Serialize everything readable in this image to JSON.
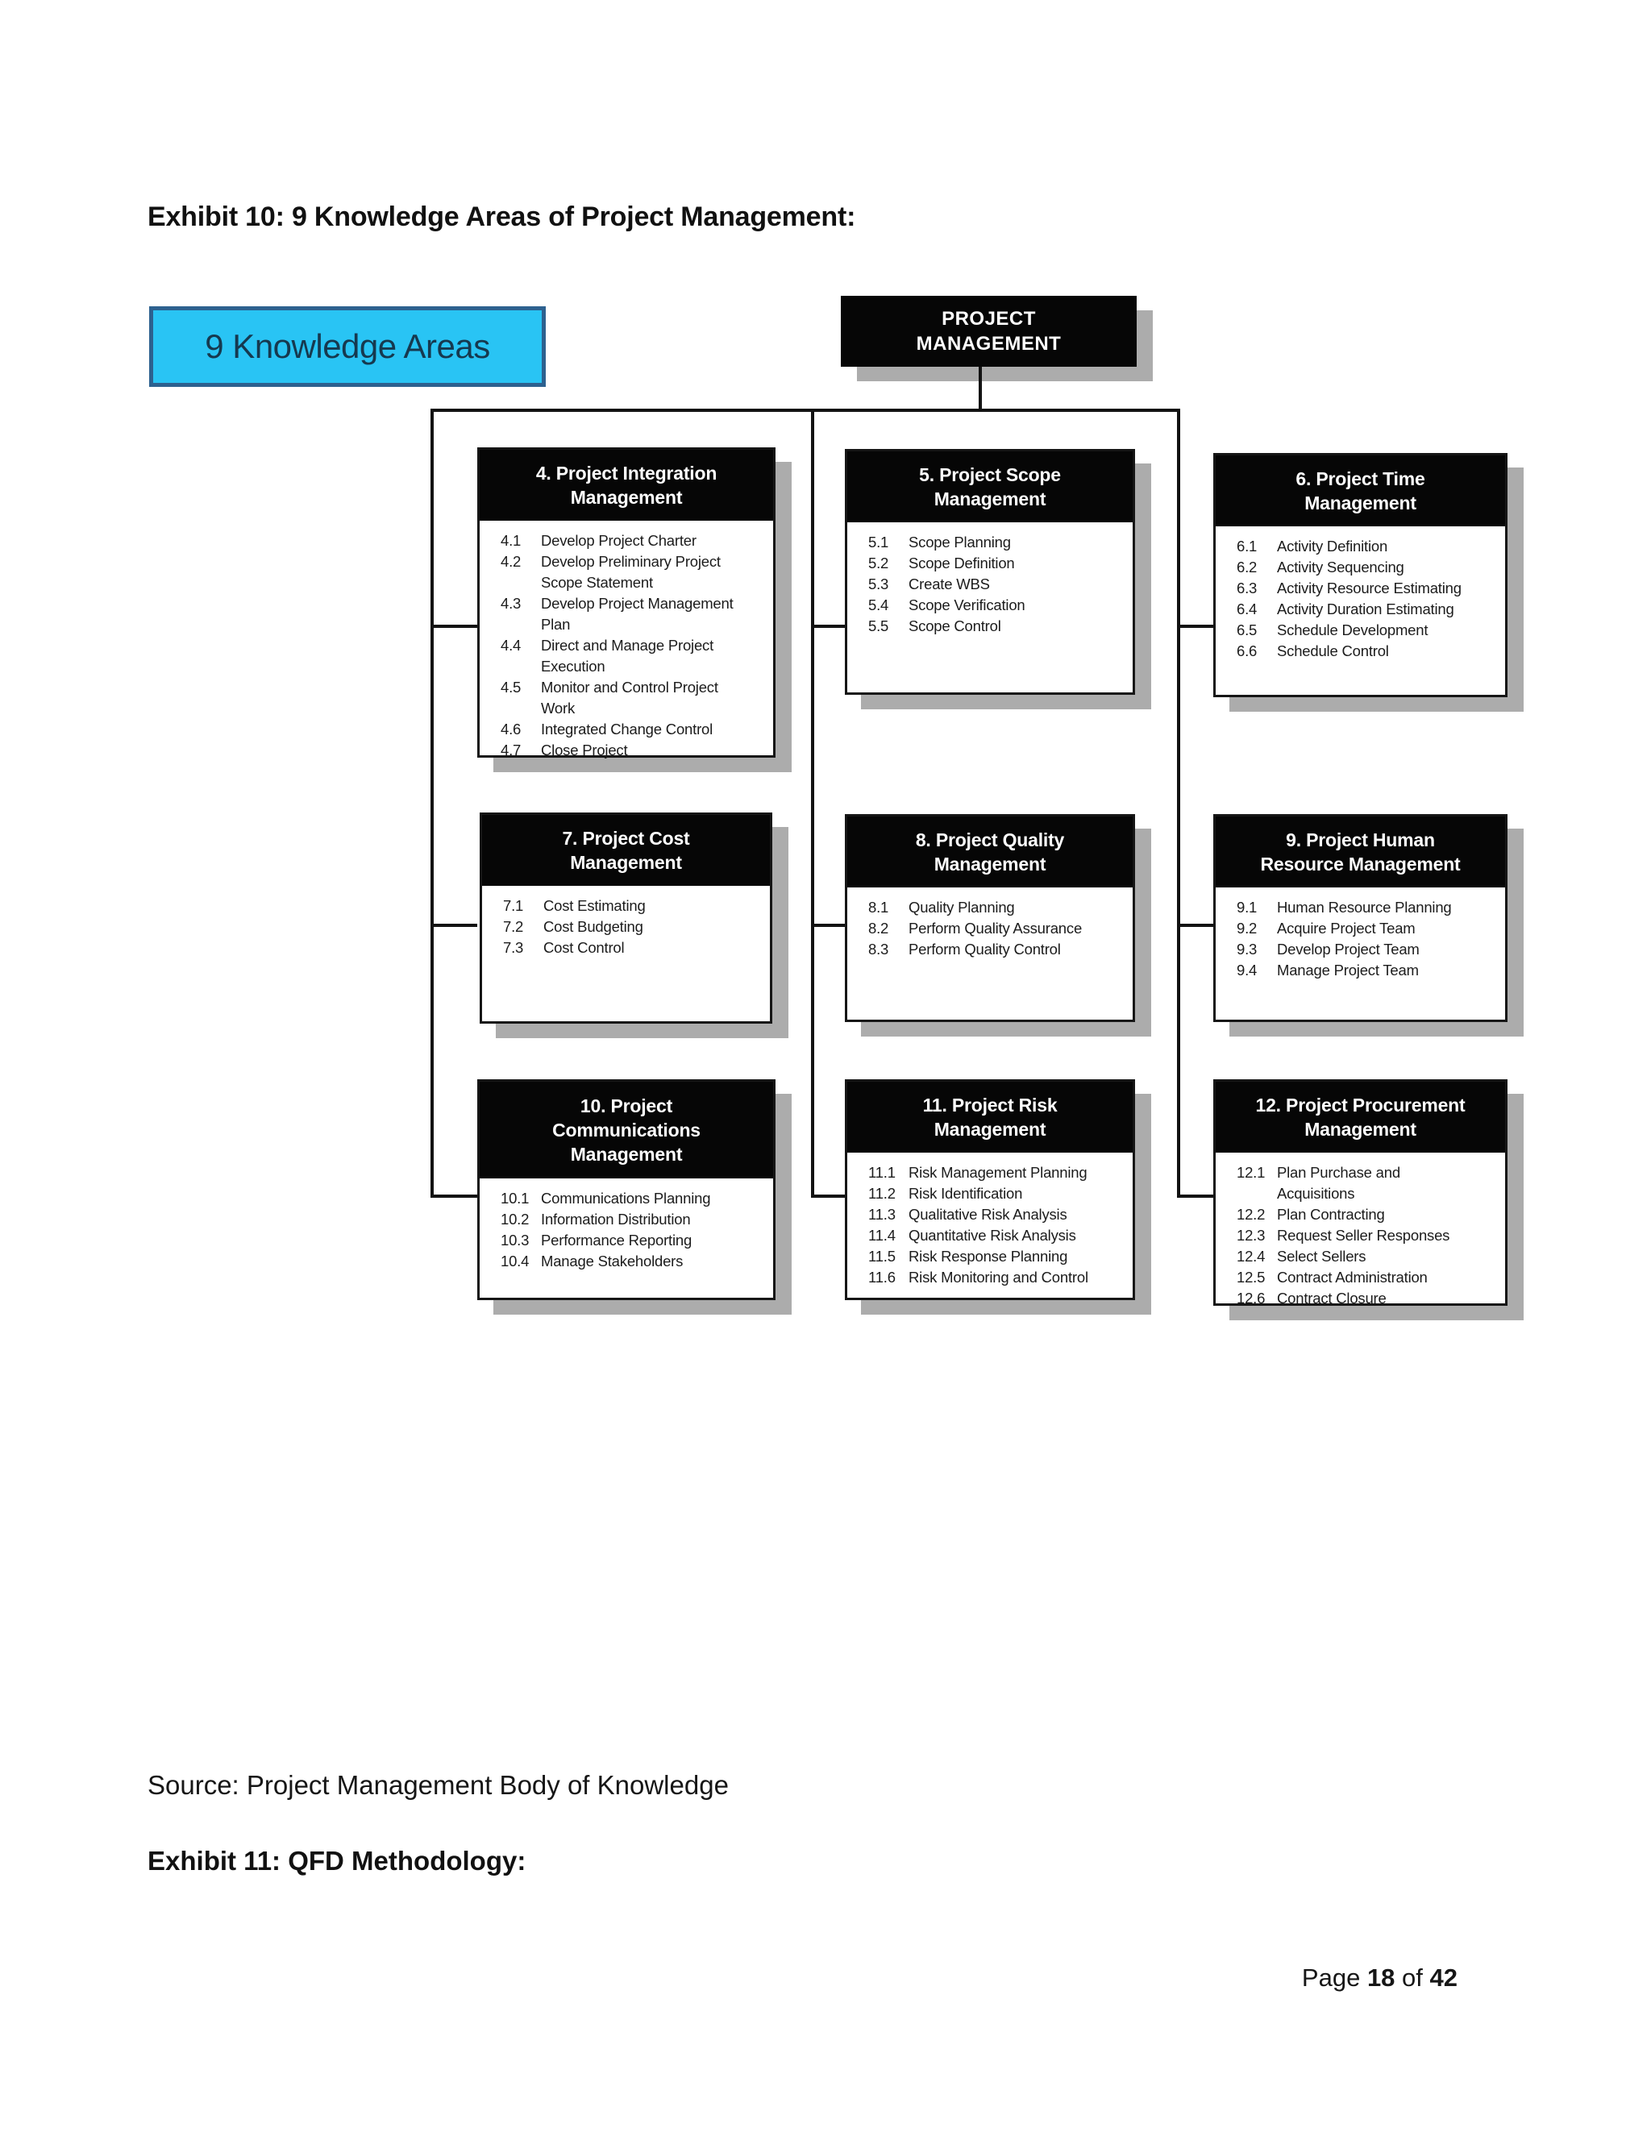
{
  "document": {
    "exhibit_title": "Exhibit 10: 9 Knowledge Areas of Project Management:",
    "source_caption": "Source: Project Management Body of Knowledge",
    "next_exhibit_title": "Exhibit 11: QFD Methodology:",
    "footer": {
      "page_prefix": "Page ",
      "page_number": "18",
      "of_text": " of ",
      "total_pages": "42"
    }
  },
  "diagram": {
    "legend_label": "9 Knowledge Areas",
    "root_title_lines": [
      "PROJECT",
      "MANAGEMENT"
    ],
    "colors": {
      "legend_fill": "#29C4F4",
      "legend_border": "#2D618F",
      "legend_text": "#16394F",
      "header_bg": "#060606",
      "header_text": "#FFFFFF",
      "box_border": "#161616",
      "drop_shadow": "#ACACAC",
      "connector": "#121212"
    },
    "boxes": [
      {
        "id": "4",
        "title_lines": [
          "4. Project Integration",
          "Management"
        ],
        "items": [
          {
            "num": "4.1",
            "text": "Develop Project Charter"
          },
          {
            "num": "4.2",
            "text": "Develop Preliminary Project\nScope Statement"
          },
          {
            "num": "4.3",
            "text": "Develop Project Management\nPlan"
          },
          {
            "num": "4.4",
            "text": "Direct and Manage Project\nExecution"
          },
          {
            "num": "4.5",
            "text": "Monitor and Control Project\nWork"
          },
          {
            "num": "4.6",
            "text": "Integrated Change Control"
          },
          {
            "num": "4.7",
            "text": "Close Project"
          }
        ]
      },
      {
        "id": "5",
        "title_lines": [
          "5. Project Scope",
          "Management"
        ],
        "items": [
          {
            "num": "5.1",
            "text": "Scope Planning"
          },
          {
            "num": "5.2",
            "text": "Scope Definition"
          },
          {
            "num": "5.3",
            "text": "Create WBS"
          },
          {
            "num": "5.4",
            "text": "Scope Verification"
          },
          {
            "num": "5.5",
            "text": "Scope Control"
          }
        ]
      },
      {
        "id": "6",
        "title_lines": [
          "6. Project Time",
          "Management"
        ],
        "items": [
          {
            "num": "6.1",
            "text": "Activity Definition"
          },
          {
            "num": "6.2",
            "text": "Activity Sequencing"
          },
          {
            "num": "6.3",
            "text": "Activity Resource Estimating"
          },
          {
            "num": "6.4",
            "text": "Activity Duration Estimating"
          },
          {
            "num": "6.5",
            "text": "Schedule Development"
          },
          {
            "num": "6.6",
            "text": "Schedule Control"
          }
        ]
      },
      {
        "id": "7",
        "title_lines": [
          "7. Project Cost",
          "Management"
        ],
        "items": [
          {
            "num": "7.1",
            "text": "Cost Estimating"
          },
          {
            "num": "7.2",
            "text": "Cost Budgeting"
          },
          {
            "num": "7.3",
            "text": "Cost Control"
          }
        ]
      },
      {
        "id": "8",
        "title_lines": [
          "8. Project Quality",
          "Management"
        ],
        "items": [
          {
            "num": "8.1",
            "text": "Quality Planning"
          },
          {
            "num": "8.2",
            "text": "Perform Quality Assurance"
          },
          {
            "num": "8.3",
            "text": "Perform Quality Control"
          }
        ]
      },
      {
        "id": "9",
        "title_lines": [
          "9. Project Human",
          "Resource Management"
        ],
        "items": [
          {
            "num": "9.1",
            "text": "Human Resource Planning"
          },
          {
            "num": "9.2",
            "text": "Acquire Project Team"
          },
          {
            "num": "9.3",
            "text": "Develop Project Team"
          },
          {
            "num": "9.4",
            "text": "Manage Project Team"
          }
        ]
      },
      {
        "id": "10",
        "title_lines": [
          "10. Project",
          "Communications",
          "Management"
        ],
        "items": [
          {
            "num": "10.1",
            "text": "Communications Planning"
          },
          {
            "num": "10.2",
            "text": "Information Distribution"
          },
          {
            "num": "10.3",
            "text": "Performance Reporting"
          },
          {
            "num": "10.4",
            "text": "Manage Stakeholders"
          }
        ]
      },
      {
        "id": "11",
        "title_lines": [
          "11. Project Risk",
          "Management"
        ],
        "items": [
          {
            "num": "11.1",
            "text": "Risk Management Planning"
          },
          {
            "num": "11.2",
            "text": "Risk Identification"
          },
          {
            "num": "11.3",
            "text": "Qualitative Risk Analysis"
          },
          {
            "num": "11.4",
            "text": "Quantitative Risk Analysis"
          },
          {
            "num": "11.5",
            "text": "Risk Response Planning"
          },
          {
            "num": "11.6",
            "text": "Risk Monitoring and Control"
          }
        ]
      },
      {
        "id": "12",
        "title_lines": [
          "12. Project Procurement",
          "Management"
        ],
        "items": [
          {
            "num": "12.1",
            "text": "Plan Purchase and\nAcquisitions"
          },
          {
            "num": "12.2",
            "text": "Plan Contracting"
          },
          {
            "num": "12.3",
            "text": "Request Seller Responses"
          },
          {
            "num": "12.4",
            "text": "Select Sellers"
          },
          {
            "num": "12.5",
            "text": "Contract Administration"
          },
          {
            "num": "12.6",
            "text": "Contract Closure"
          }
        ]
      }
    ]
  }
}
